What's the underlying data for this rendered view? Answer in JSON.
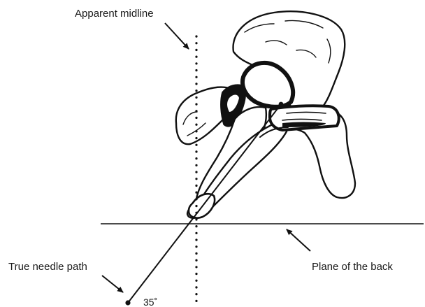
{
  "labels": {
    "apparent_midline": "Apparent midline",
    "true_needle_path": "True needle path",
    "plane_of_back": "Plane of the back",
    "angle": "35˚"
  },
  "figure": {
    "subject": "vertebra cross-section (transverse view) with needle trajectory",
    "needle_angle_deg": 35
  },
  "colors": {
    "ink": "#111111",
    "background": "#ffffff"
  }
}
